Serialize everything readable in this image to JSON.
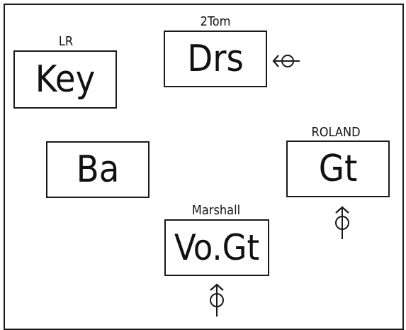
{
  "stage": {
    "instruments": [
      {
        "id": "key",
        "label": "Key",
        "amp": "LR"
      },
      {
        "id": "drs",
        "label": "Drs",
        "amp": "2Tom"
      },
      {
        "id": "ba",
        "label": "Ba",
        "amp": ""
      },
      {
        "id": "gt",
        "label": "Gt",
        "amp": "ROLAND"
      },
      {
        "id": "vogt",
        "label": "Vo.Gt",
        "amp": "Marshall"
      }
    ],
    "icons": {
      "drum_mic": "mic-left-icon",
      "gt_mic": "mic-up-icon",
      "vocal_mic": "mic-up-icon"
    },
    "colors": {
      "line": "#1a1a1a",
      "text": "#111111",
      "background": "#ffffff"
    }
  }
}
